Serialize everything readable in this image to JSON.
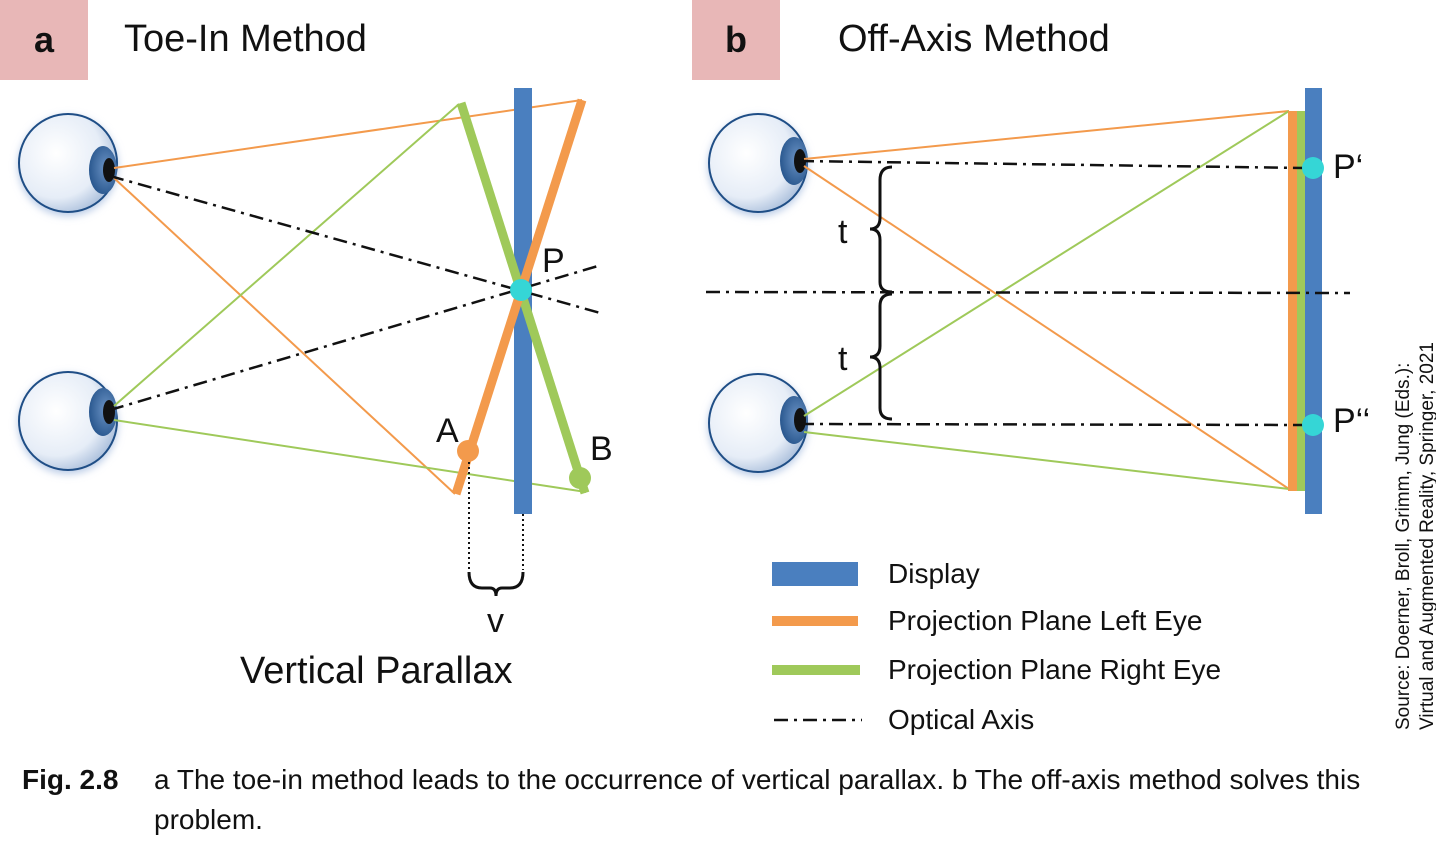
{
  "panel_a": {
    "badge": "a",
    "title": "Toe-In Method",
    "label_p": "P",
    "label_a": "A",
    "label_b": "B",
    "label_v": "v",
    "subtitle": "Vertical Parallax"
  },
  "panel_b": {
    "badge": "b",
    "title": "Off-Axis Method",
    "label_p_prime": "P‘",
    "label_p_double_prime": "P‘‘",
    "label_t_upper": "t",
    "label_t_lower": "t"
  },
  "legend": [
    {
      "label": "Display",
      "color": "#4a7fbf",
      "style": "bar"
    },
    {
      "label": "Projection Plane Left Eye",
      "color": "#f39a4c",
      "style": "line"
    },
    {
      "label": "Projection Plane Right Eye",
      "color": "#9fc95a",
      "style": "line"
    },
    {
      "label": "Optical Axis",
      "color": "#111111",
      "style": "dashdot"
    }
  ],
  "source_note": {
    "line1": "Source: Doerner, Broll, Grimm, Jung (Eds.):",
    "line2": "Virtual and Augmented Reality, Springer, 2021"
  },
  "caption": {
    "label": "Fig. 2.8",
    "text": "a The toe-in method leads to the occurrence of vertical parallax. b The off-axis method solves this problem."
  },
  "colors": {
    "display": "#4a7fbf",
    "left_plane": "#f39a4c",
    "right_plane": "#9fc95a",
    "point": "#35d6d6",
    "badge": "#e8b7b7"
  }
}
